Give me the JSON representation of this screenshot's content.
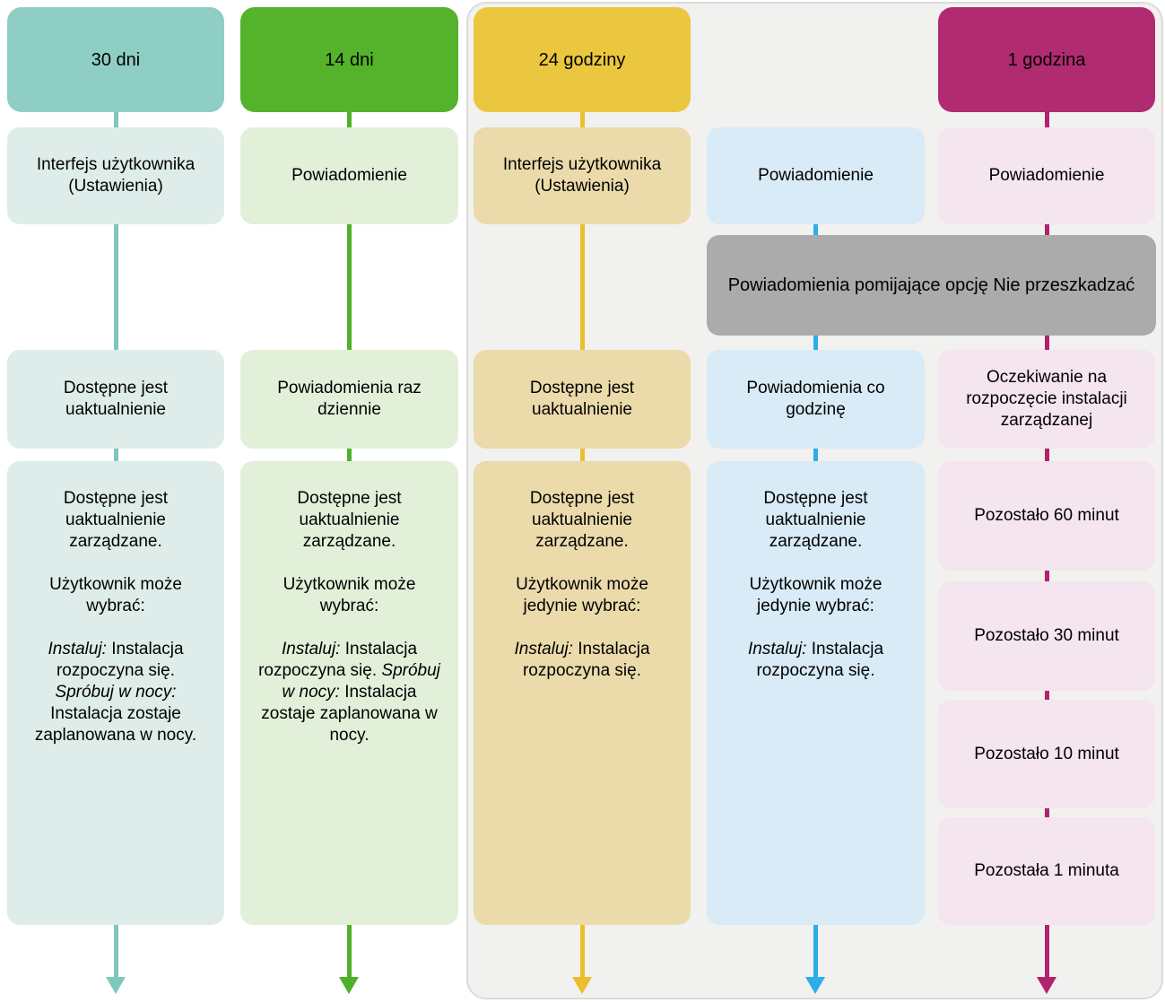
{
  "colors": {
    "panel_bg": "#F1F1EF",
    "panel_border": "#DBDBD9",
    "banner_bg": "#ABABAB",
    "text": "#000000",
    "c30_header": "#8FCEC4",
    "c30_box": "#DEEDE9",
    "c30_line": "#7EC8BC",
    "c14_header": "#55B22B",
    "c14_box": "#E2F0D9",
    "c14_line": "#4FB02A",
    "c24_header": "#EAC73E",
    "c24_box": "#EBDBAA",
    "c24_line": "#EBBE2D",
    "cN_box": "#D8EBF7",
    "cN_line": "#2CAEE8",
    "c1h_header": "#B12B71",
    "c1h_box": "#F5E5EE",
    "c1h_line": "#B4216F"
  },
  "banner": {
    "text": "Powiadomienia pomijające opcję Nie przeszkadzać"
  },
  "col30": {
    "header": "30 dni",
    "ui": "Interfejs użytkownika (Ustawienia)",
    "available": "Dostępne jest uaktualnienie",
    "detail": {
      "p1": "Dostępne jest uaktualnienie zarządzane.",
      "p2": "Użytkownik może wybrać:",
      "install_label": "Instaluj:",
      "install_text": " Instalacja rozpoczyna się. ",
      "night_label": "Spróbuj w nocy:",
      "night_text": " Instalacja zostaje zaplanowana w nocy."
    }
  },
  "col14": {
    "header": "14 dni",
    "notification": "Powiadomienie",
    "daily": "Powiadomienia raz dziennie",
    "detail": {
      "p1": "Dostępne jest uaktualnienie zarządzane.",
      "p2": "Użytkownik może wybrać:",
      "install_label": "Instaluj:",
      "install_text": " Instalacja rozpoczyna się. ",
      "night_label": "Spróbuj w nocy:",
      "night_text": " Instalacja zostaje zaplanowana w nocy."
    }
  },
  "col24": {
    "header": "24 godziny",
    "ui": "Interfejs użytkownika (Ustawienia)",
    "available": "Dostępne jest uaktualnienie",
    "detail": {
      "p1": "Dostępne jest uaktualnienie zarządzane.",
      "p2": "Użytkownik może jedynie wybrać:",
      "install_label": "Instaluj:",
      "install_text": " Instalacja rozpoczyna się."
    }
  },
  "colNotify": {
    "notification": "Powiadomienie",
    "hourly": "Powiadomienia co godzinę",
    "detail": {
      "p1": "Dostępne jest uaktualnienie zarządzane.",
      "p2": "Użytkownik może jedynie wybrać:",
      "install_label": "Instaluj:",
      "install_text": " Instalacja rozpoczyna się."
    }
  },
  "col1h": {
    "header": "1 godzina",
    "notification": "Powiadomienie",
    "waiting": "Oczekiwanie na rozpoczęcie instalacji zarządzanej",
    "remaining60": "Pozostało 60 minut",
    "remaining30": "Pozostało 30 minut",
    "remaining10": "Pozostało 10 minut",
    "remaining1": "Pozostała 1 minuta"
  }
}
